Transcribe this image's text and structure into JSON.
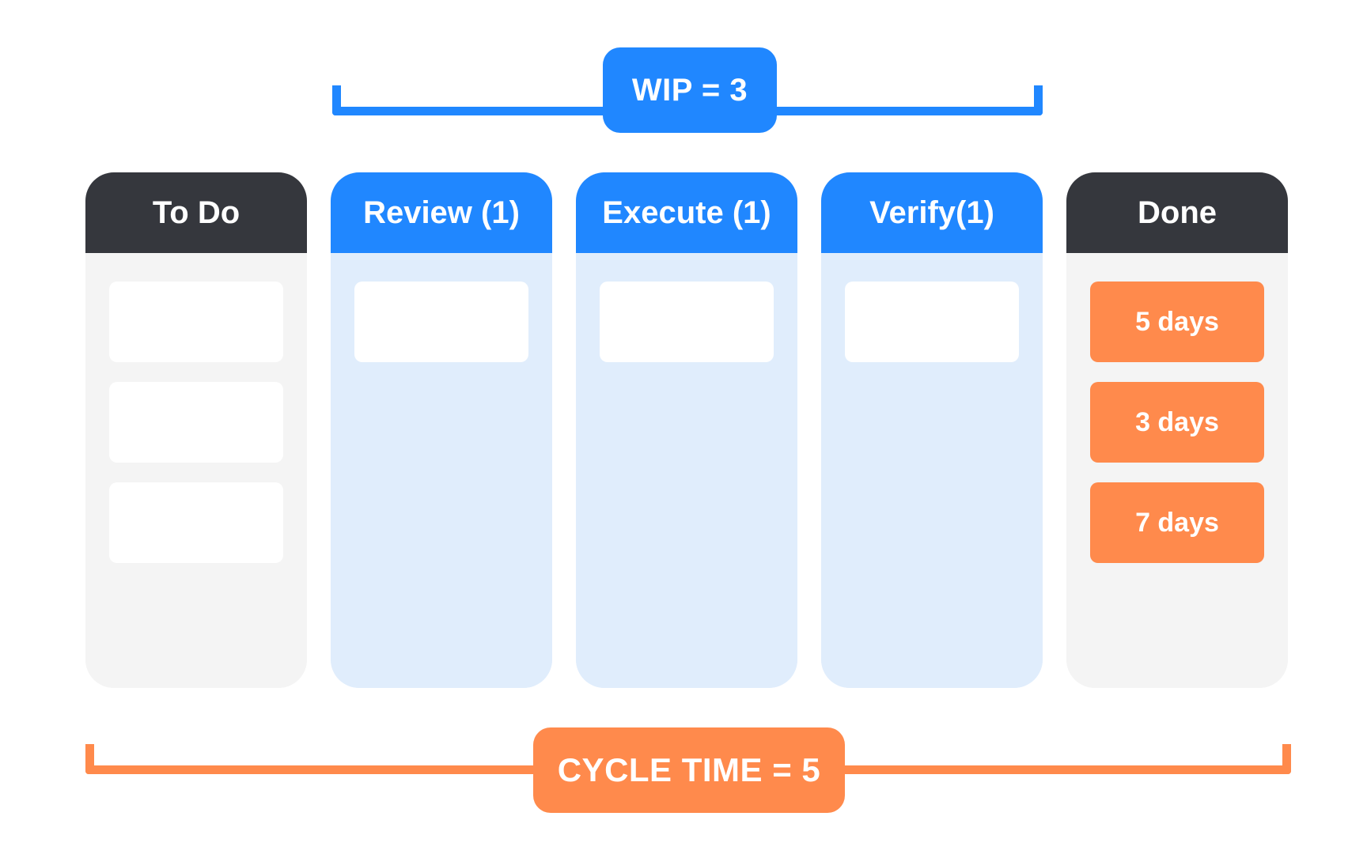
{
  "colors": {
    "blue": "#2087ff",
    "orange": "#ff8a4c",
    "dark": "#35373d",
    "blue_body": "#e0edfc",
    "gray_body": "#f4f4f4"
  },
  "wip": {
    "label": "WIP = 3"
  },
  "cycle_time": {
    "label": "CYCLE TIME = 5"
  },
  "columns": [
    {
      "title": "To Do",
      "style": "dark",
      "cards": [
        "",
        "",
        ""
      ]
    },
    {
      "title": "Review (1)",
      "style": "blue",
      "cards": [
        ""
      ]
    },
    {
      "title": "Execute (1)",
      "style": "blue",
      "cards": [
        ""
      ]
    },
    {
      "title": "Verify(1)",
      "style": "blue",
      "cards": [
        ""
      ]
    },
    {
      "title": "Done",
      "style": "dark",
      "cards": [
        "5 days",
        "3 days",
        "7 days"
      ]
    }
  ]
}
